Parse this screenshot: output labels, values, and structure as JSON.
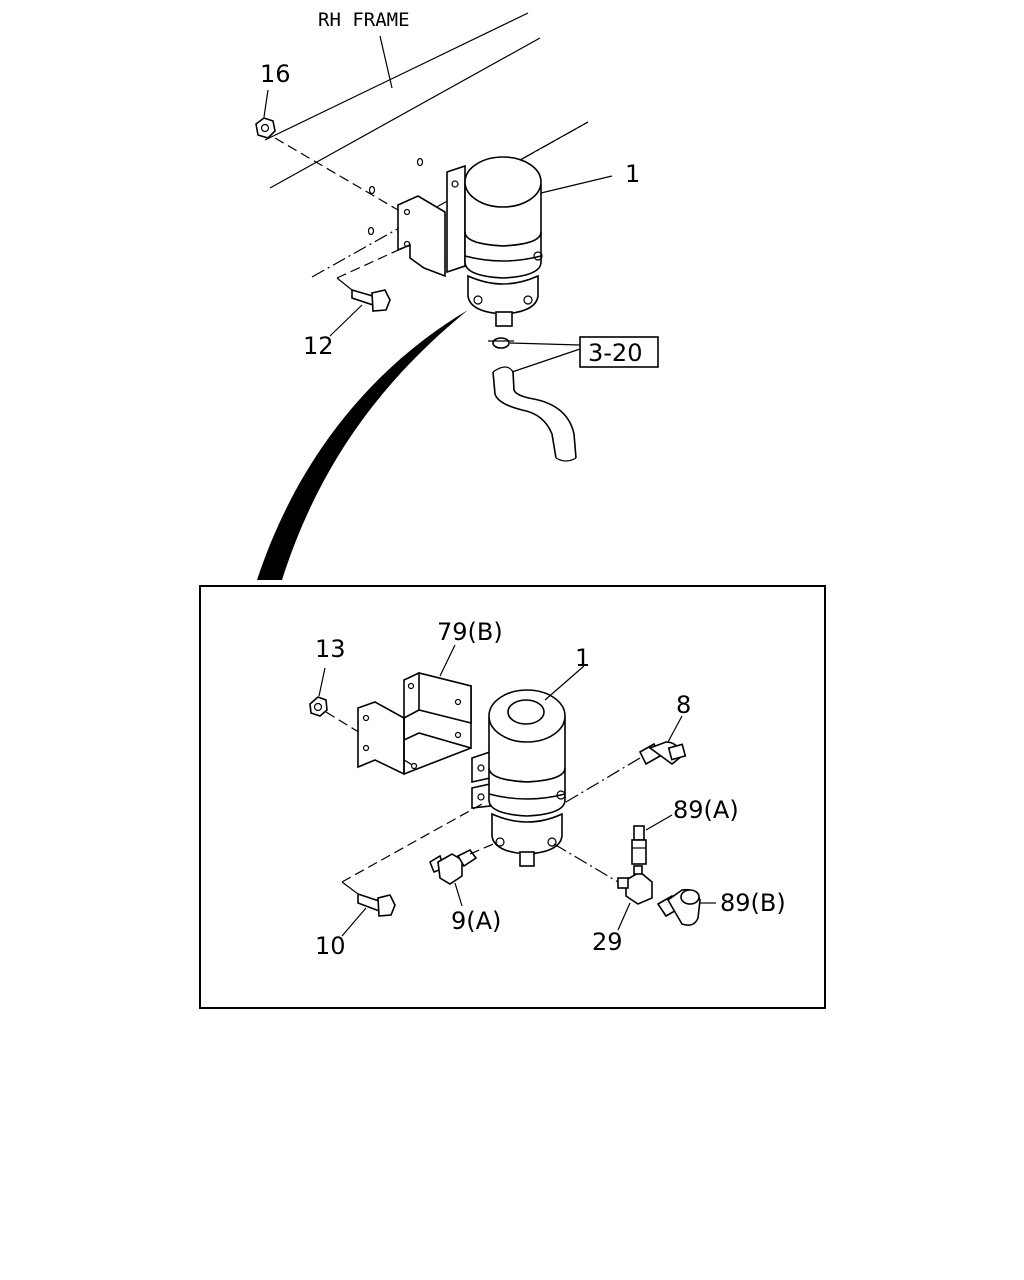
{
  "frame_label": "RH FRAME",
  "callouts": {
    "top_16": "16",
    "top_1": "1",
    "top_12": "12",
    "ref_box": "3-20",
    "detail_13": "13",
    "detail_79b": "79(B)",
    "detail_1": "1",
    "detail_8": "8",
    "detail_89a": "89(A)",
    "detail_89b": "89(B)",
    "detail_29": "29",
    "detail_9a": "9(A)",
    "detail_10": "10"
  }
}
